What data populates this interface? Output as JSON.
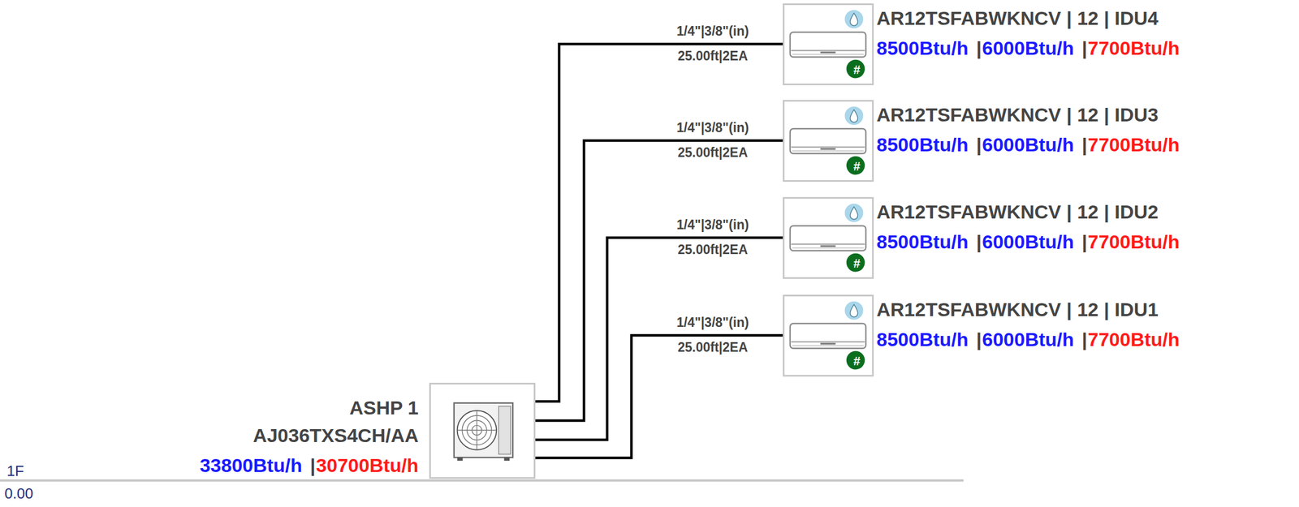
{
  "diagram": {
    "nodes": [
      {
        "text": [
          "AR12TSFABWKNCV | 12 | IDU4",
          "8500Btu/h",
          "|",
          "6000Btu/h",
          "|",
          "7700Btu/h"
        ]
      },
      {
        "text": [
          "AR12TSFABWKNCV | 12 | IDU3",
          "8500Btu/h",
          "|",
          "6000Btu/h",
          "|",
          "7700Btu/h"
        ]
      },
      {
        "text": [
          "AR12TSFABWKNCV | 12 | IDU2",
          "8500Btu/h",
          "|",
          "6000Btu/h",
          "|",
          "7700Btu/h"
        ]
      },
      {
        "text": [
          "AR12TSFABWKNCV | 12 | IDU1",
          "8500Btu/h",
          "|",
          "6000Btu/h",
          "|",
          "7700Btu/h"
        ]
      },
      {
        "text": [
          "ASHP 1",
          "AJ036TXS4CH/AA",
          "33800Btu/h",
          "|",
          "30700Btu/h"
        ]
      }
    ],
    "edges": [
      {
        "from": 4,
        "to": 0,
        "arrow": "none",
        "label": "1/4\"|3/8\"(in)"
      },
      {
        "from": 4,
        "to": 1,
        "arrow": "none",
        "label": "1/4\"|3/8\"(in)"
      },
      {
        "from": 4,
        "to": 2,
        "arrow": "none",
        "label": "1/4\"|3/8\"(in)"
      },
      {
        "from": 4,
        "to": 3,
        "arrow": "none",
        "label": "1/4\"|3/8\"(in)"
      }
    ],
    "labels": [
      "#",
      "#",
      "#",
      "#",
      "25.00ft|2EA",
      "25.00ft|2EA",
      "25.00ft|2EA",
      "25.00ft|2EA",
      "1F",
      "0.00"
    ]
  }
}
